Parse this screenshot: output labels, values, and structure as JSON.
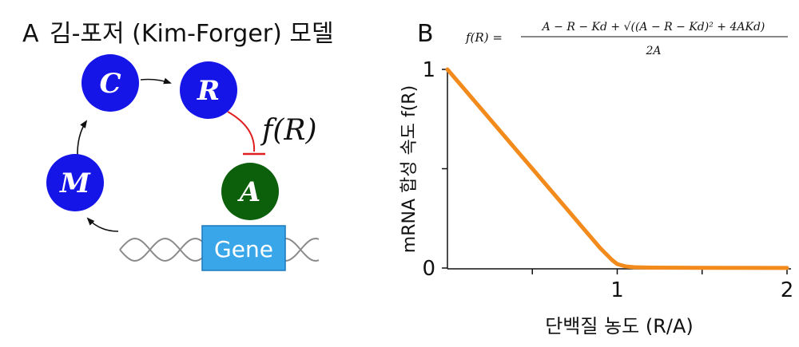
{
  "panel_a": {
    "letter": "A",
    "title": "김-포저 (Kim-Forger) 모델",
    "nodes": {
      "c": "C",
      "r": "R",
      "m": "M",
      "a": "A"
    },
    "gene_label": "Gene",
    "repression_label": "f(R)",
    "colors": {
      "node_blue": "#1515e8",
      "node_green": "#0c600c",
      "gene_box": "#3aa6ea",
      "repression": "#e02020"
    }
  },
  "panel_b": {
    "letter": "B",
    "formula": {
      "lhs": "f(R) =",
      "numerator": "A − R − Kd + √((A − R − Kd)² + 4AKd)",
      "denominator": "2A"
    }
  },
  "chart_data": {
    "type": "line",
    "xlabel": "단백질 농도 (R/A)",
    "ylabel": "mRNA 합성 속도 f(R)",
    "xlim": [
      0,
      2
    ],
    "ylim": [
      0,
      1
    ],
    "xticks": [
      1,
      2
    ],
    "yticks": [
      0,
      1
    ],
    "series": [
      {
        "color": "#f28a1c",
        "points": [
          [
            0,
            1
          ],
          [
            0.1,
            0.9
          ],
          [
            0.2,
            0.8
          ],
          [
            0.3,
            0.7
          ],
          [
            0.4,
            0.6
          ],
          [
            0.5,
            0.5
          ],
          [
            0.6,
            0.4
          ],
          [
            0.7,
            0.3
          ],
          [
            0.8,
            0.2
          ],
          [
            0.9,
            0.1
          ],
          [
            0.97,
            0.04
          ],
          [
            1.0,
            0.02
          ],
          [
            1.05,
            0.008
          ],
          [
            1.1,
            0.004
          ],
          [
            1.2,
            0.002
          ],
          [
            1.5,
            0.001
          ],
          [
            2.0,
            0.0005
          ]
        ]
      }
    ]
  }
}
